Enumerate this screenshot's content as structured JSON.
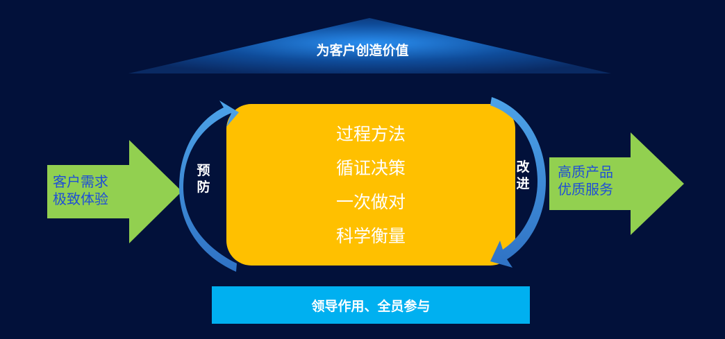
{
  "roof": {
    "title": "为客户创造价值"
  },
  "core": {
    "items": [
      "过程方法",
      "循证决策",
      "一次做对",
      "科学衡量"
    ]
  },
  "cycle": {
    "left_label": "预防",
    "right_label": "改进"
  },
  "input": {
    "lines": [
      "客户需求",
      "极致体验"
    ]
  },
  "output": {
    "lines": [
      "高质产品",
      "优质服务"
    ]
  },
  "base": {
    "label": "领导作用、全员参与"
  },
  "colors": {
    "background": "#02113a",
    "core_fill": "#ffc000",
    "arrow_green": "#92d050",
    "base_fill": "#00b0f0",
    "cycle_arrow": "#3e86d4",
    "arrow_text": "#1f4fd6"
  }
}
